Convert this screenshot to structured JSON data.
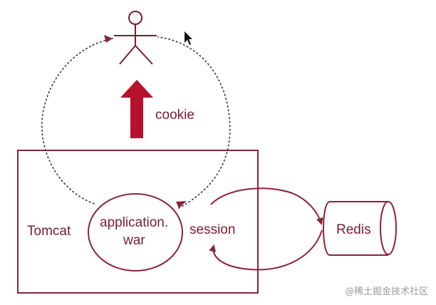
{
  "diagram": {
    "labels": {
      "cookie": "cookie",
      "tomcat": "Tomcat",
      "app_line1": "application.",
      "app_line2": "war",
      "session": "session",
      "redis": "Redis"
    },
    "watermark": "@稀土掘金技术社区",
    "colors": {
      "stroke": "#8b2338",
      "arrow_fill": "#b5122e",
      "dotted": "#333333",
      "text": "#7a1c2e"
    },
    "icons": {
      "user": "stick-figure-icon",
      "cursor": "mouse-pointer-icon",
      "database": "cylinder-icon"
    }
  }
}
